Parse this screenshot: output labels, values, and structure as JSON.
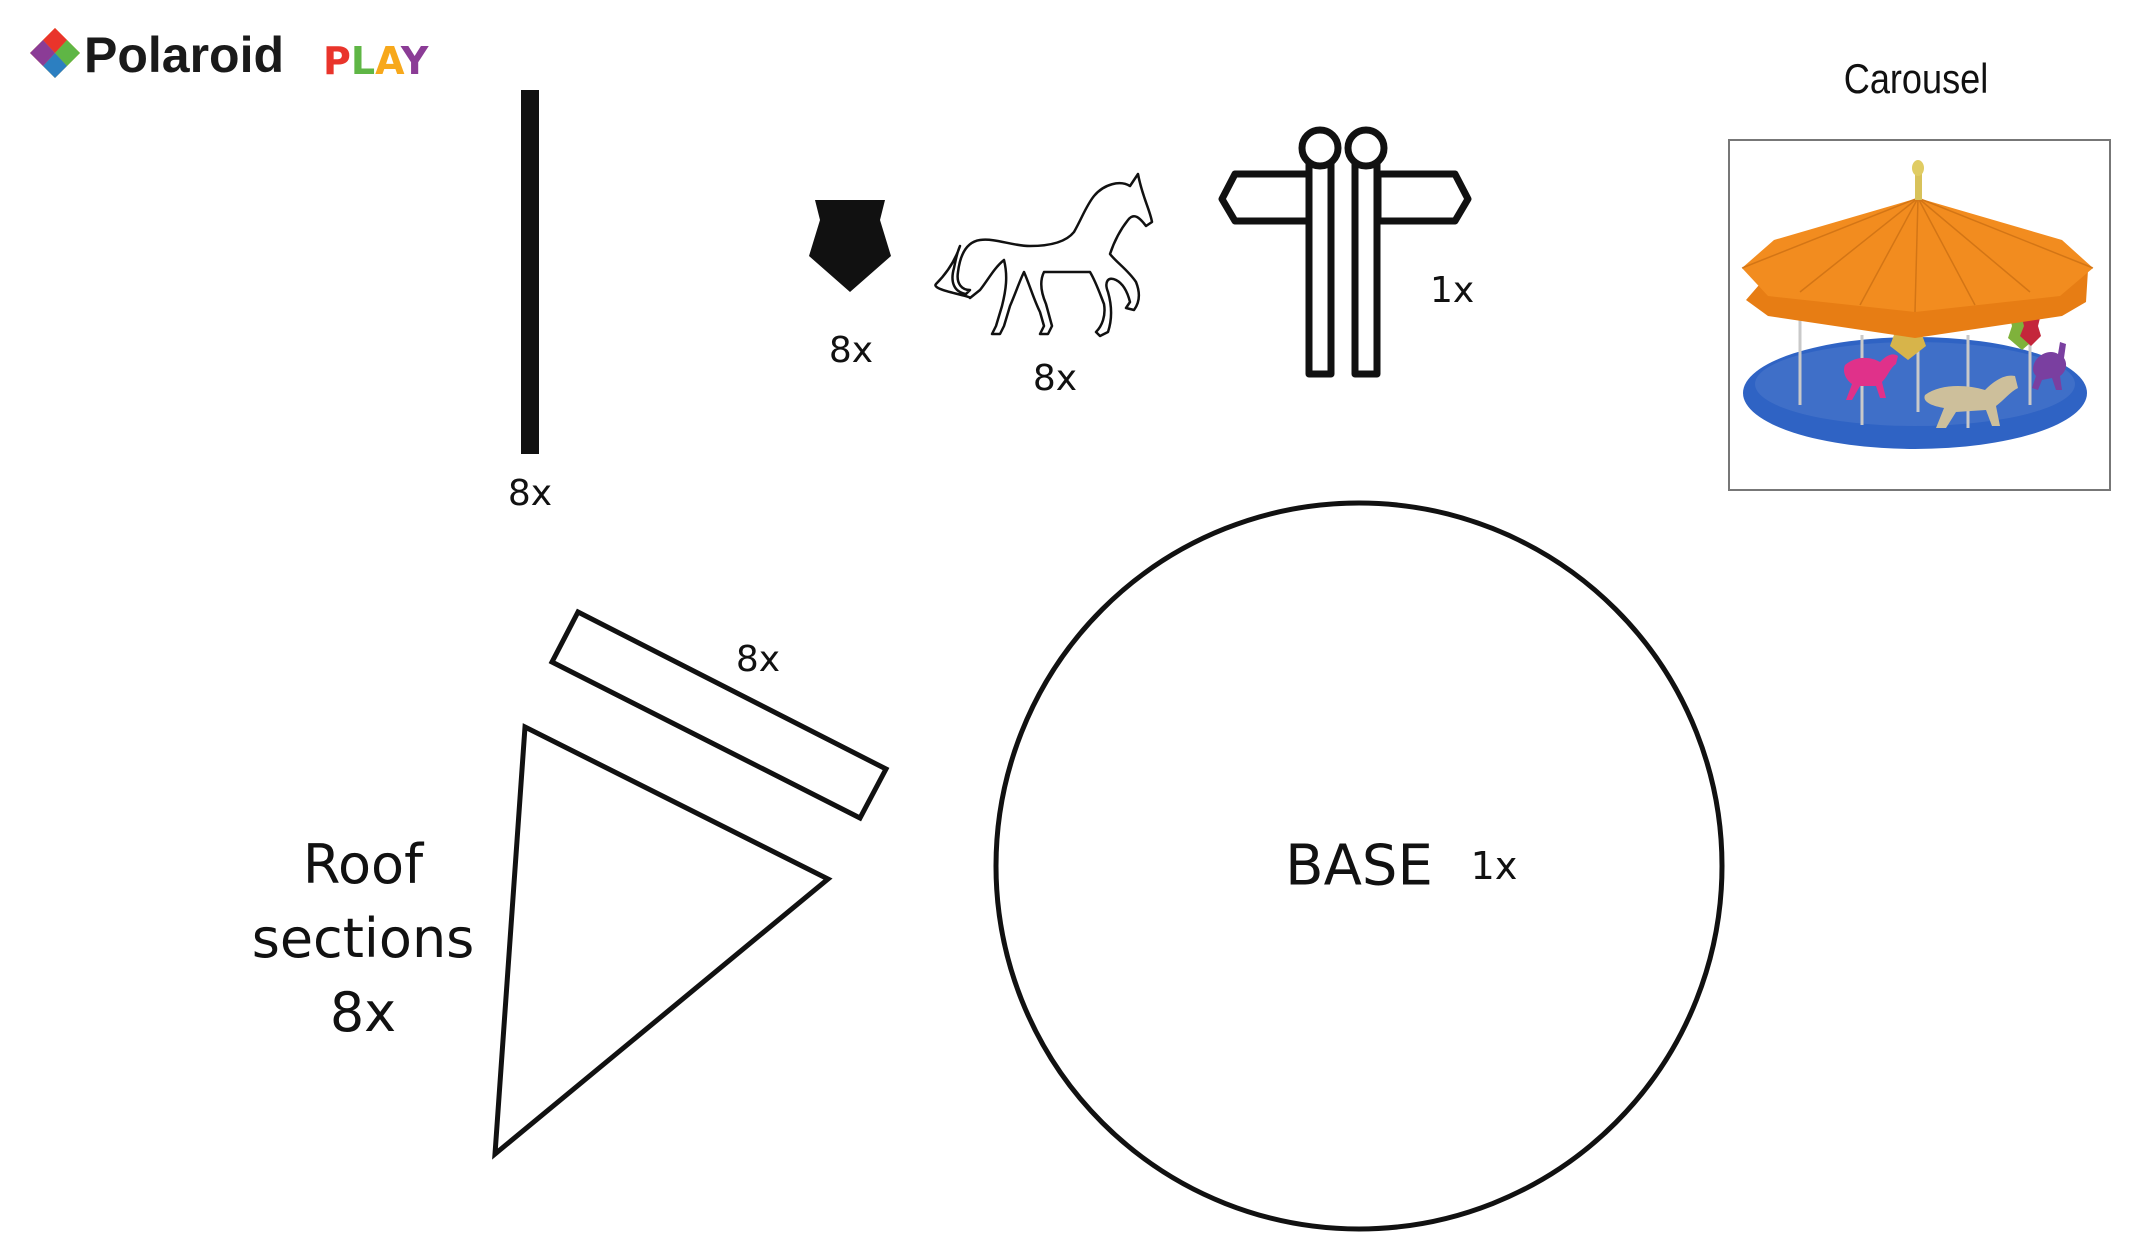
{
  "logo": {
    "brand": "Polaroid",
    "sub": "PLAY",
    "diamond_colors": [
      "#e9342b",
      "#f7a81b",
      "#5fb645",
      "#2c7fc1",
      "#8b3c96"
    ],
    "play_colors": [
      "#e9342b",
      "#5fb645",
      "#f7a81b",
      "#8b3c96"
    ]
  },
  "preview": {
    "title": "Carousel",
    "roof_color": "#f28c1f",
    "base_color": "#2f63c4",
    "horse_colors": [
      "#e0318a",
      "#cdbf9b",
      "#7a3fa0"
    ]
  },
  "parts": {
    "pole": {
      "qty": "8x"
    },
    "shield": {
      "qty": "8x"
    },
    "horse": {
      "qty": "8x"
    },
    "center_post": {
      "qty": "1x"
    },
    "roof_strip": {
      "qty": "8x"
    },
    "roof_section": {
      "line1": "Roof",
      "line2": "sections",
      "qty": "8x"
    },
    "base": {
      "label": "BASE",
      "qty": "1x"
    }
  }
}
